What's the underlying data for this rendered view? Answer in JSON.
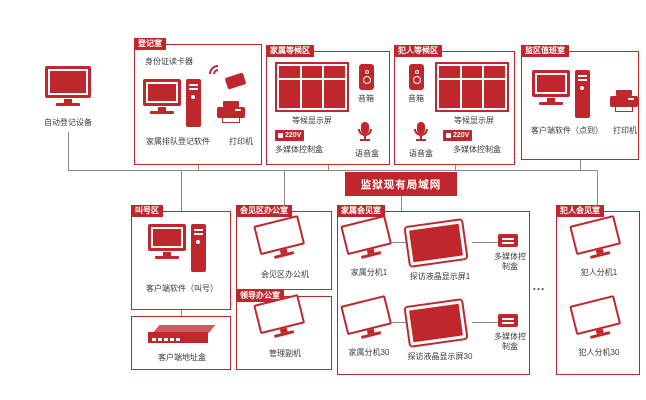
{
  "colors": {
    "red": "#c0272d",
    "line": "#8a8a8a",
    "text": "#3a3a3a"
  },
  "network": {
    "banner": "监狱现有局域网",
    "ellipsis": "…"
  },
  "standalone": {
    "auto_register": "自动登记设备"
  },
  "rooms": {
    "registration": {
      "title": "登记室",
      "card_reader": "身份证读卡器",
      "software": "家属排队登记软件",
      "printer": "打印机"
    },
    "family_waiting": {
      "title": "家属等候区",
      "screen": "等候显示屏",
      "speaker": "音箱",
      "power": "220V",
      "control_box": "多媒体控制盒",
      "voice_box": "语音盒"
    },
    "prisoner_waiting": {
      "title": "犯人等候区",
      "screen": "等候显示屏",
      "speaker": "音箱",
      "power": "220V",
      "control_box": "多媒体控制盒",
      "voice_box": "语音盒"
    },
    "duty_room": {
      "title": "监区值班室",
      "client": "客户端软件（点到）",
      "printer": "打印机"
    },
    "calling_area": {
      "title": "叫号区",
      "client": "客户端软件（叫号）"
    },
    "address_box": {
      "label": "客户端地址盒"
    },
    "meeting_office": {
      "title": "会见区办公室",
      "machine": "会见区办公机"
    },
    "leader_office": {
      "title": "领导办公室",
      "machine": "管理副机"
    },
    "family_meeting": {
      "title": "家属会见室",
      "ext1": "家属分机1",
      "lcd1": "探访液晶显示屏1",
      "control1": "多媒体控制盒",
      "ext30": "家属分机30",
      "lcd30": "探访液晶显示屏30",
      "control30": "多媒体控制盒"
    },
    "prisoner_meeting": {
      "title": "犯人会见室",
      "ext1": "犯人分机1",
      "ext30": "犯人分机30"
    }
  },
  "icons": {
    "monitor": "css-shape",
    "computer-tower": "css-shape",
    "printer": "css-shape",
    "id-card-reader": "css-shape",
    "video-wall-screen": "css-shape",
    "speaker": "css-shape",
    "microphone": "css-shape",
    "power-plug-badge": "css-shape",
    "tilted-monitor": "css-shape",
    "tablet-screen": "css-shape",
    "control-box": "css-shape",
    "network-switch": "css-shape"
  }
}
